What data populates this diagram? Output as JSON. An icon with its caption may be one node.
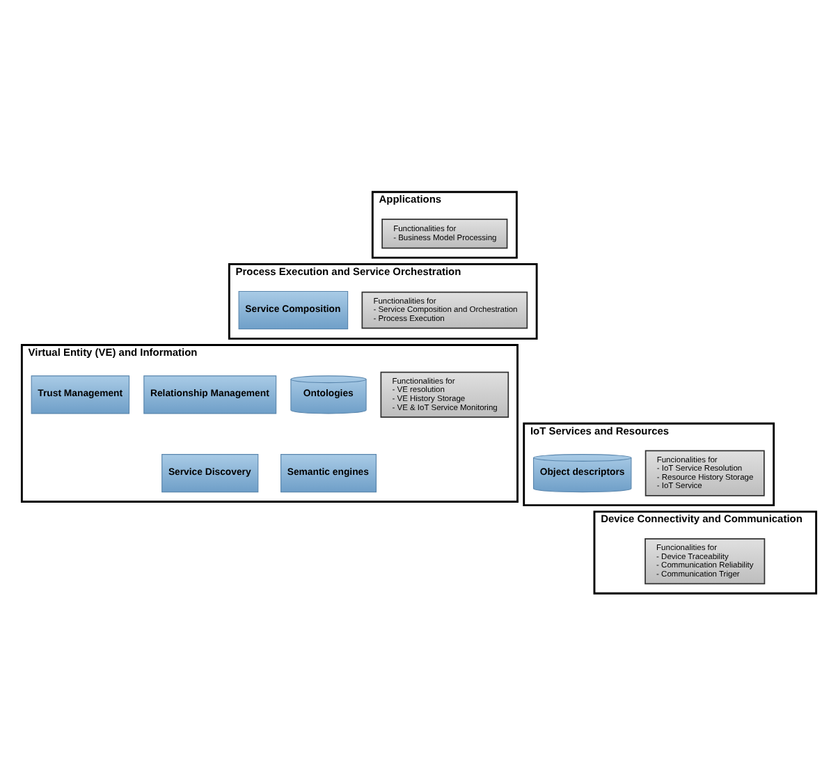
{
  "diagram": {
    "nodes": [
      {
        "text": [
          "Applications"
        ]
      },
      {
        "text": [
          "Functionalities for",
          "- Business Model Processing"
        ],
        "in": 0
      },
      {
        "text": [
          "Process Execution and Service Orchestration"
        ]
      },
      {
        "text": [
          "Functionalities for",
          "- Service Composition and Orchestration",
          "- Process Execution"
        ],
        "in": 2
      },
      {
        "text": [
          "Service Composition"
        ],
        "in": 2
      },
      {
        "text": [
          "Virtual Entity (VE) and Information"
        ]
      },
      {
        "text": [
          "Functionalities for",
          "- VE resolution",
          "- VE History Storage",
          "- VE & IoT Service Monitoring"
        ],
        "in": 5
      },
      {
        "text": [
          "Ontologies"
        ],
        "in": 5
      },
      {
        "text": [
          "Relationship Management"
        ],
        "in": 5
      },
      {
        "text": [
          "Trust Management"
        ],
        "in": 5
      },
      {
        "text": [
          "Semantic engines"
        ],
        "in": 5
      },
      {
        "text": [
          "Service Discovery"
        ],
        "in": 5
      },
      {
        "text": [
          "IoT Services and Resources"
        ]
      },
      {
        "text": [
          "Funcionalities for",
          "- IoT Service Resolution",
          "- Resource History Storage",
          "- IoT Service"
        ],
        "in": 12
      },
      {
        "text": [
          "Object descriptors"
        ],
        "in": 12
      },
      {
        "text": [
          "Device Connectivity and Communication"
        ]
      },
      {
        "text": [
          "Funcionalities for",
          "- Device Traceability",
          "- Communication Reliability",
          "- Communication Triger"
        ],
        "in": 15
      }
    ],
    "edges": []
  }
}
